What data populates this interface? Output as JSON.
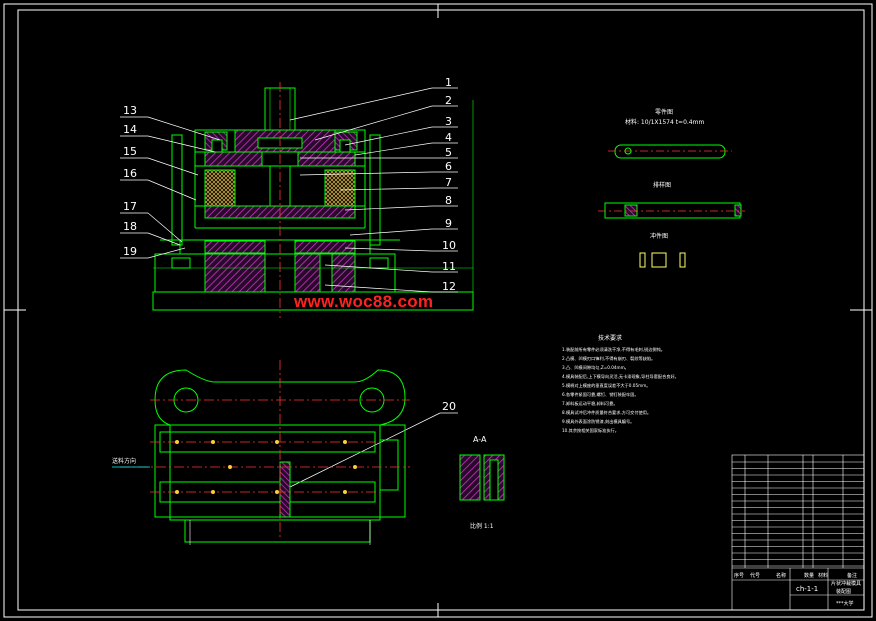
{
  "colors": {
    "background": "#000000",
    "outline": "#00ff00",
    "text": "#ffffff",
    "hatch": "#cc33cc",
    "center_line": "#ff3333",
    "dimension": "#00ffff",
    "title_block": "#ffffff"
  },
  "balloons": [
    "1",
    "2",
    "3",
    "4",
    "5",
    "6",
    "7",
    "8",
    "9",
    "10",
    "11",
    "12",
    "13",
    "14",
    "15",
    "16",
    "17",
    "18",
    "19",
    "20"
  ],
  "watermark": "www.woc88.com",
  "section_label": "A-A",
  "section_scale": "比例 1:1",
  "feed_direction": "送料方向",
  "part_view": {
    "title": "零件图",
    "material": "材料: 10/1X1574  t=0.4mm",
    "strip_title": "排样图",
    "blank_title": "冲件图"
  },
  "tech_req": {
    "title": "技术要求",
    "lines": [
      "1.装配前所有零件必须清洗干净,不得有毛刺,锐边倒钝。",
      "2.凸模、凹模刃口锋利,不得有崩刃、裂纹等缺陷。",
      "3.凸、凹模间隙均匀,Z=0.04mm。",
      "4.模具装配后,上下模导向灵活,无卡滞现象,导柱导套配合良好。",
      "5.模柄对上模座的垂直度误差不大于0.05mm。",
      "6.各零件紧固可靠,螺钉、销钉装配牢固。",
      "7.卸料板运动平稳,卸料可靠。",
      "8.模具试冲后冲件质量符合要求,方可交付使用。",
      "9.模具外表面涂防锈漆,刻出模具编号。",
      "10.其余按相关国家标准执行。"
    ]
  },
  "title_block": {
    "drawing_no": "ch-1-1",
    "name": "片状冲裁模具",
    "subtitle": "装配图",
    "company": "***大学",
    "headers": [
      "序号",
      "代号",
      "名称",
      "数量",
      "材料",
      "备注"
    ]
  }
}
